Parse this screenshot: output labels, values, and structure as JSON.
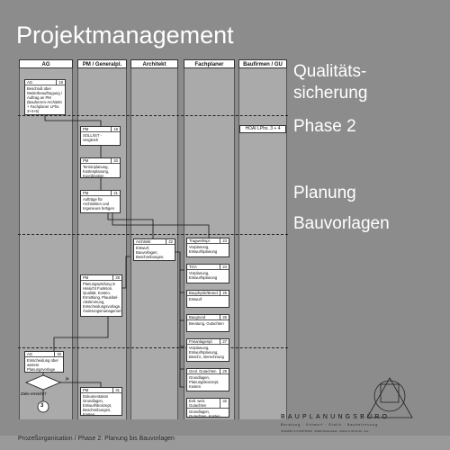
{
  "title": "Projektmanagement",
  "side_labels": {
    "qualitaet_line1": "Qualitäts-",
    "qualitaet_line2": "sicherung",
    "phase": "Phase 2",
    "planung": "Planung",
    "bauvorlagen": "Bauvorlagen"
  },
  "lanes": [
    "AG",
    "PM / Generalpl.",
    "Architekt",
    "Fachplaner",
    "Baufirmen / GU"
  ],
  "hoai": "HOAI LPhs. 3 + 4",
  "boxes": {
    "b18": {
      "actor": "AG",
      "num": "18",
      "text": "Beschluß über Weiterbeauftragung / Auftrag an PM (Bauherren-Architekt + Fachplaner LPhs. 3+4+5)"
    },
    "b19": {
      "actor": "PM",
      "num": "19",
      "text": "SOLL/IST - Vergleich"
    },
    "b20": {
      "actor": "PM",
      "num": "20",
      "text": "Terminplanung, Kostenplanung, Koordination"
    },
    "b21": {
      "actor": "PM",
      "num": "21",
      "text": "Aufträge für Architekten und Ingenieure fertigen"
    },
    "b22": {
      "actor": "Architekt",
      "num": "22",
      "text": "Entwurf, Bauvorlagen, Beschreibungen, Berechnungen"
    },
    "b23": {
      "actor": "Tragwerkspl.",
      "num": "23",
      "text": "Vorplanung, Entwurfsplanung"
    },
    "b24": {
      "actor": "TGA",
      "num": "24",
      "text": "Vorplanung, Entwurfsplanung"
    },
    "b25": {
      "actor": "Bauphysik/Brand.",
      "num": "25",
      "text": "Entwurf"
    },
    "b26": {
      "actor": "Baugrund",
      "num": "26",
      "text": "Beratung, Gutachten"
    },
    "b27": {
      "actor": "Freianlagenpl.",
      "num": "27",
      "text": "Vorplanung, Entwurfsplanung, Beschr., Berechnung"
    },
    "b28": {
      "actor": "PM",
      "num": "28",
      "text": "Planungsprüfung in Hinsicht Funktion, Qualität, Kosten, Ermittlung. Plausibel-Abstimmung, Entscheidungsvorlage, Änderungsmanagement"
    },
    "b29": {
      "actor": "Geol. Gutachten",
      "num": "29",
      "text": "Grundlagen, Planungskonzept, Kosten"
    },
    "b30": {
      "actor": "AG",
      "num": "30",
      "text": "Entscheidung über weitere Planungsvorlage"
    },
    "b31": {
      "actor": "PM",
      "num": "31",
      "text": "Dokumentation Grundlagen, Entwurfskonzept, Beschreibungen, Kosten"
    },
    "b32": {
      "actor": "Evtl. weit. Gutachten",
      "num": "32",
      "text": "Grundlagen, Gutachten, Kosten"
    }
  },
  "decision": "Ziele erreicht?",
  "decision_branch": "ja",
  "connector": "3",
  "footer": "Prozeßorganisation / Phase 2: Planung bis Bauvorlagen",
  "logo": {
    "name": "BAUPLANUNGSBÜRO",
    "sub": "Beratung · Entwurf · Statik · Baubetreuung",
    "contact": "SCHMIDT & STADTPARK · 00000 Musterstadt · Telefon 0 00 00 00 · Fax"
  }
}
